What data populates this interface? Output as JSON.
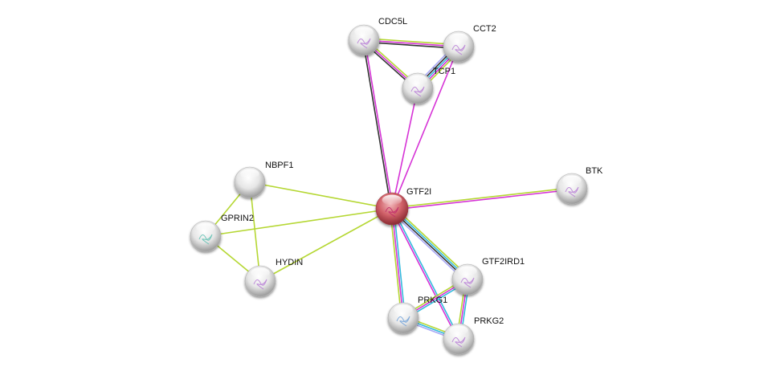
{
  "title": "STRING protein interaction network",
  "colors": {
    "experiments": "#d633d6",
    "database": "#33bbdd",
    "textmining": "#b5d733",
    "coexpression": "#333333",
    "homology": "#a8a8f5",
    "query_node": "#d4636b",
    "node": "#e8e8e8"
  },
  "nodes": [
    {
      "id": "GTF2I",
      "label": "GTF2I",
      "query": true
    },
    {
      "id": "CDC5L",
      "label": "CDC5L"
    },
    {
      "id": "CCT2",
      "label": "CCT2"
    },
    {
      "id": "TCP1",
      "label": "TCP1"
    },
    {
      "id": "BTK",
      "label": "BTK"
    },
    {
      "id": "NBPF1",
      "label": "NBPF1"
    },
    {
      "id": "GPRIN2",
      "label": "GPRIN2"
    },
    {
      "id": "HYDIN",
      "label": "HYDIN"
    },
    {
      "id": "GTF2IRD1",
      "label": "GTF2IRD1"
    },
    {
      "id": "PRKG1",
      "label": "PRKG1"
    },
    {
      "id": "PRKG2",
      "label": "PRKG2"
    }
  ],
  "edges": [
    {
      "a": "CDC5L",
      "b": "CCT2",
      "types": [
        "textmining",
        "experiments",
        "coexpression"
      ]
    },
    {
      "a": "CDC5L",
      "b": "TCP1",
      "types": [
        "textmining",
        "experiments",
        "coexpression"
      ]
    },
    {
      "a": "CCT2",
      "b": "TCP1",
      "types": [
        "textmining",
        "experiments",
        "database",
        "coexpression",
        "homology"
      ]
    },
    {
      "a": "CDC5L",
      "b": "GTF2I",
      "types": [
        "experiments",
        "coexpression"
      ]
    },
    {
      "a": "TCP1",
      "b": "GTF2I",
      "types": [
        "experiments"
      ]
    },
    {
      "a": "CCT2",
      "b": "GTF2I",
      "types": [
        "experiments"
      ]
    },
    {
      "a": "BTK",
      "b": "GTF2I",
      "types": [
        "experiments",
        "textmining"
      ]
    },
    {
      "a": "NBPF1",
      "b": "GTF2I",
      "types": [
        "textmining"
      ]
    },
    {
      "a": "GPRIN2",
      "b": "GTF2I",
      "types": [
        "textmining"
      ]
    },
    {
      "a": "HYDIN",
      "b": "GTF2I",
      "types": [
        "textmining"
      ]
    },
    {
      "a": "NBPF1",
      "b": "GPRIN2",
      "types": [
        "textmining"
      ]
    },
    {
      "a": "NBPF1",
      "b": "HYDIN",
      "types": [
        "textmining"
      ]
    },
    {
      "a": "GPRIN2",
      "b": "HYDIN",
      "types": [
        "textmining"
      ]
    },
    {
      "a": "GTF2I",
      "b": "GTF2IRD1",
      "types": [
        "textmining",
        "database",
        "coexpression",
        "homology"
      ]
    },
    {
      "a": "GTF2I",
      "b": "PRKG1",
      "types": [
        "database",
        "experiments",
        "textmining"
      ]
    },
    {
      "a": "GTF2I",
      "b": "PRKG2",
      "types": [
        "database",
        "experiments"
      ]
    },
    {
      "a": "GTF2IRD1",
      "b": "PRKG1",
      "types": [
        "database",
        "experiments",
        "textmining"
      ]
    },
    {
      "a": "GTF2IRD1",
      "b": "PRKG2",
      "types": [
        "database",
        "experiments",
        "textmining"
      ]
    },
    {
      "a": "PRKG1",
      "b": "PRKG2",
      "types": [
        "textmining",
        "database",
        "homology"
      ]
    }
  ]
}
